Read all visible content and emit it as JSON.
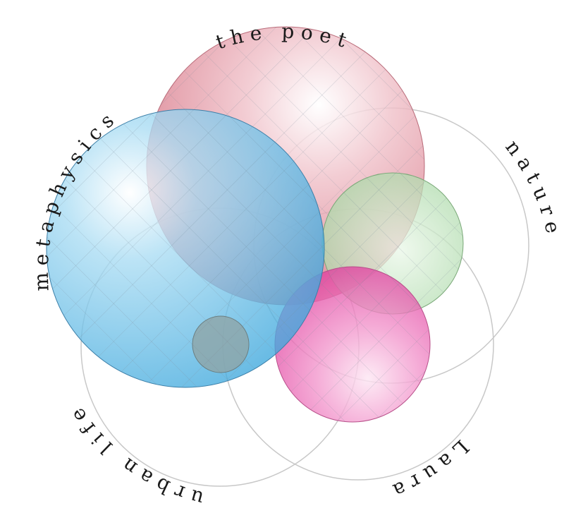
{
  "labels": {
    "the_poet": "the poet",
    "nature": "nature",
    "laura": "Laura",
    "urban_life": "urban life",
    "metaphysics": "metaphysics"
  },
  "colors": {
    "the_poet": "#dd8a98",
    "nature": "#b9e0b7",
    "laura": "#ec5fb4",
    "metaphysics": "#5cb8e6",
    "small_circle": "#8fa5a8",
    "outline": "#c8c8c8",
    "hatch": "#7d8d99"
  }
}
